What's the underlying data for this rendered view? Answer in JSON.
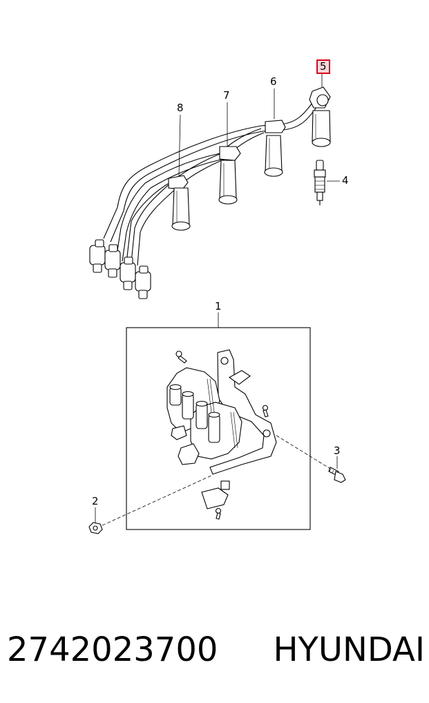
{
  "callouts": {
    "c1": "1",
    "c2": "2",
    "c3": "3",
    "c4": "4",
    "c5": "5",
    "c6": "6",
    "c7": "7",
    "c8": "8"
  },
  "highlight_color": "#e0001b",
  "footer": {
    "part_number": "2742023700",
    "brand": "HYUNDAI"
  }
}
